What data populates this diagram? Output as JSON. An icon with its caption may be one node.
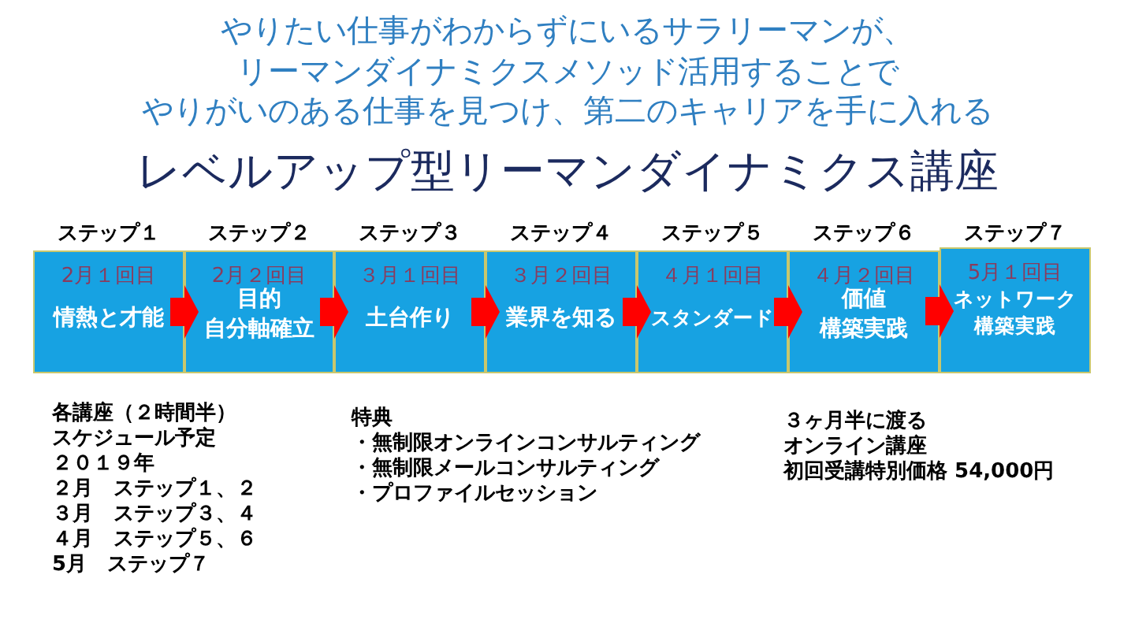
{
  "diagram": {
    "title": "レベルアップ型リーマンダイナミクス講座",
    "nodes": [
      {
        "text": [
          "ステップ１",
          "2月１回目",
          "情熱と才能"
        ]
      },
      {
        "text": [
          "ステップ２",
          "2月２回目",
          "目的自分軸確立"
        ]
      },
      {
        "text": [
          "ステップ３",
          "３月１回目",
          "土台作り"
        ]
      },
      {
        "text": [
          "ステップ４",
          "３月２回目",
          "業界を知る"
        ]
      },
      {
        "text": [
          "ステップ５",
          "４月１回目",
          "スタンダード"
        ]
      },
      {
        "text": [
          "ステップ６",
          "４月２回目",
          "価値構築実践"
        ]
      },
      {
        "text": [
          "ステップ７",
          "5月１回目",
          "ネットワーク構築実践"
        ]
      }
    ],
    "edges": [
      {
        "from": 0,
        "to": 1,
        "arrow": "to"
      },
      {
        "from": 1,
        "to": 2,
        "arrow": "to"
      },
      {
        "from": 2,
        "to": 3,
        "arrow": "to"
      },
      {
        "from": 3,
        "to": 4,
        "arrow": "to"
      },
      {
        "from": 4,
        "to": 5,
        "arrow": "to"
      },
      {
        "from": 5,
        "to": 6,
        "arrow": "to"
      }
    ],
    "labels": [
      "やりたい仕事がわからずにいるサラリーマンが、リーマンダイナミクスメソッド活用することでやりがいのある仕事を見つけ、第二のキャリアを手に入れる",
      "各講座（２時間半）",
      "スケジュール予定",
      "２０１９年",
      "２月　ステップ１、２",
      "３月　ステップ３、４",
      "４月　ステップ５、６",
      "5月　ステップ７",
      "特典",
      "・無制限オンラインコンサルティング",
      "・無制限メールコンサルティング",
      "・プロファイルセッション",
      "３ヶ月半に渡る",
      "オンライン講座",
      "初回受講特別価格 54,000円"
    ]
  }
}
